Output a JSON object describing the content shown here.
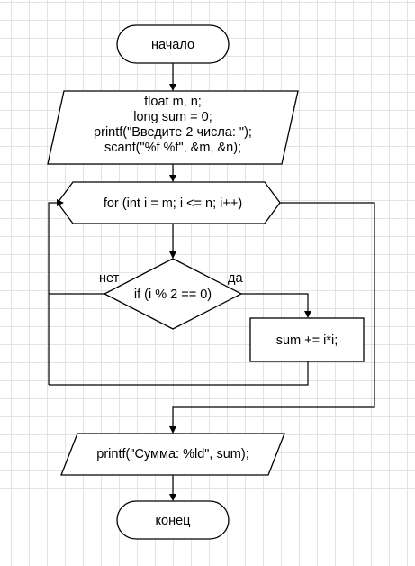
{
  "nodes": {
    "start": {
      "label": "начало"
    },
    "declare": {
      "lines": [
        "float m, n;",
        "long sum = 0;",
        "printf(\"Введите 2 числа: \");",
        "scanf(\"%f %f\", &m, &n);"
      ]
    },
    "loop": {
      "label": "for (int i = m; i <= n; i++)"
    },
    "condition": {
      "label": "if (i % 2 == 0)"
    },
    "sum_step": {
      "label": "sum += i*i;"
    },
    "print_result": {
      "label": "printf(\"Сумма: %ld\", sum);"
    },
    "end": {
      "label": "конец"
    }
  },
  "branches": {
    "no": "нет",
    "yes": "да"
  }
}
